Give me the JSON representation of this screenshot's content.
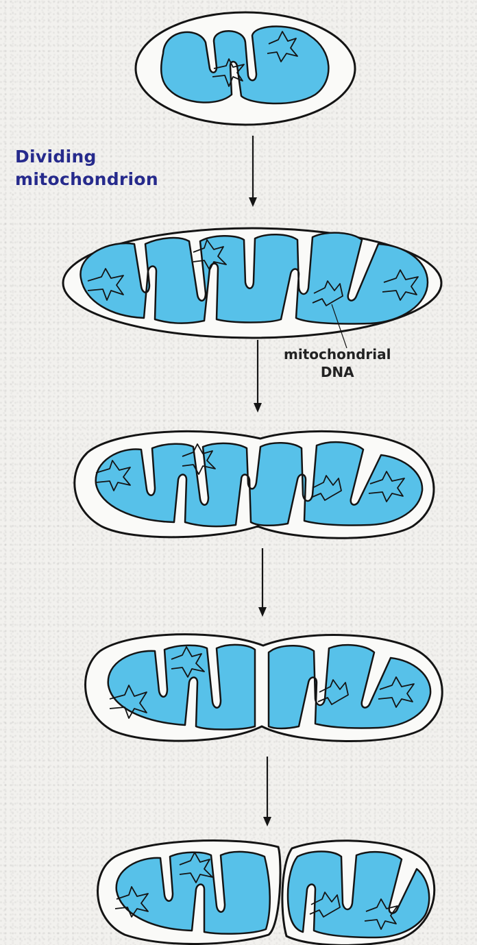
{
  "colors": {
    "matrix": "#57c1e9",
    "matrix_dark": "#3aa9d4",
    "outline": "#141414",
    "background": "#f2f1ee",
    "label_blue": "#262a8c"
  },
  "labels": {
    "dividing_line1": "Dividing",
    "dividing_line2": "mitochondrion",
    "mtdna_line1": "mitochondrial",
    "mtdna_line2": "DNA"
  }
}
